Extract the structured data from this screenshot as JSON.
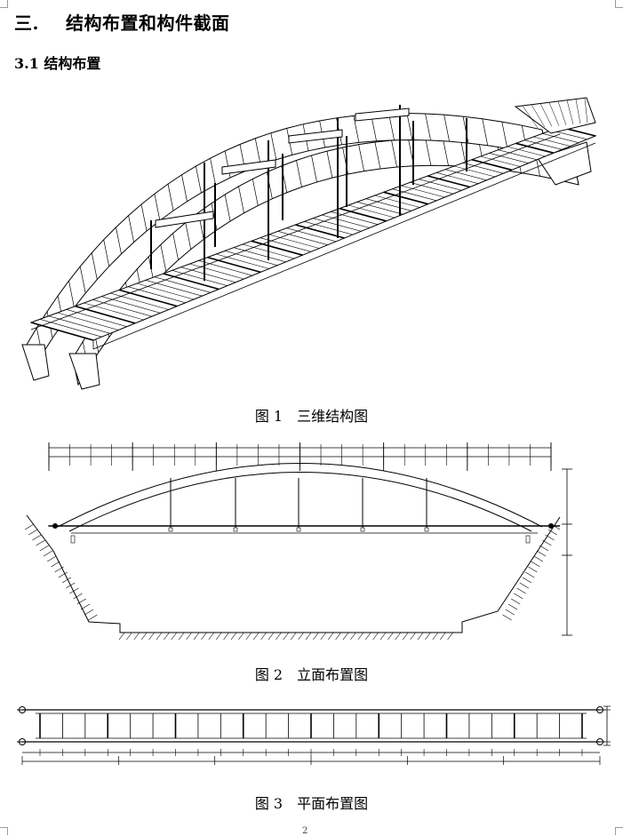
{
  "section": {
    "number": "三.",
    "title": "结构布置和构件截面"
  },
  "subsection": {
    "number": "3.1",
    "title": "结构布置"
  },
  "figures": [
    {
      "label": "图 1",
      "caption": "三维结构图"
    },
    {
      "label": "图 2",
      "caption": "立面布置图"
    },
    {
      "label": "图 3",
      "caption": "平面布置图"
    }
  ],
  "page_number": "2"
}
